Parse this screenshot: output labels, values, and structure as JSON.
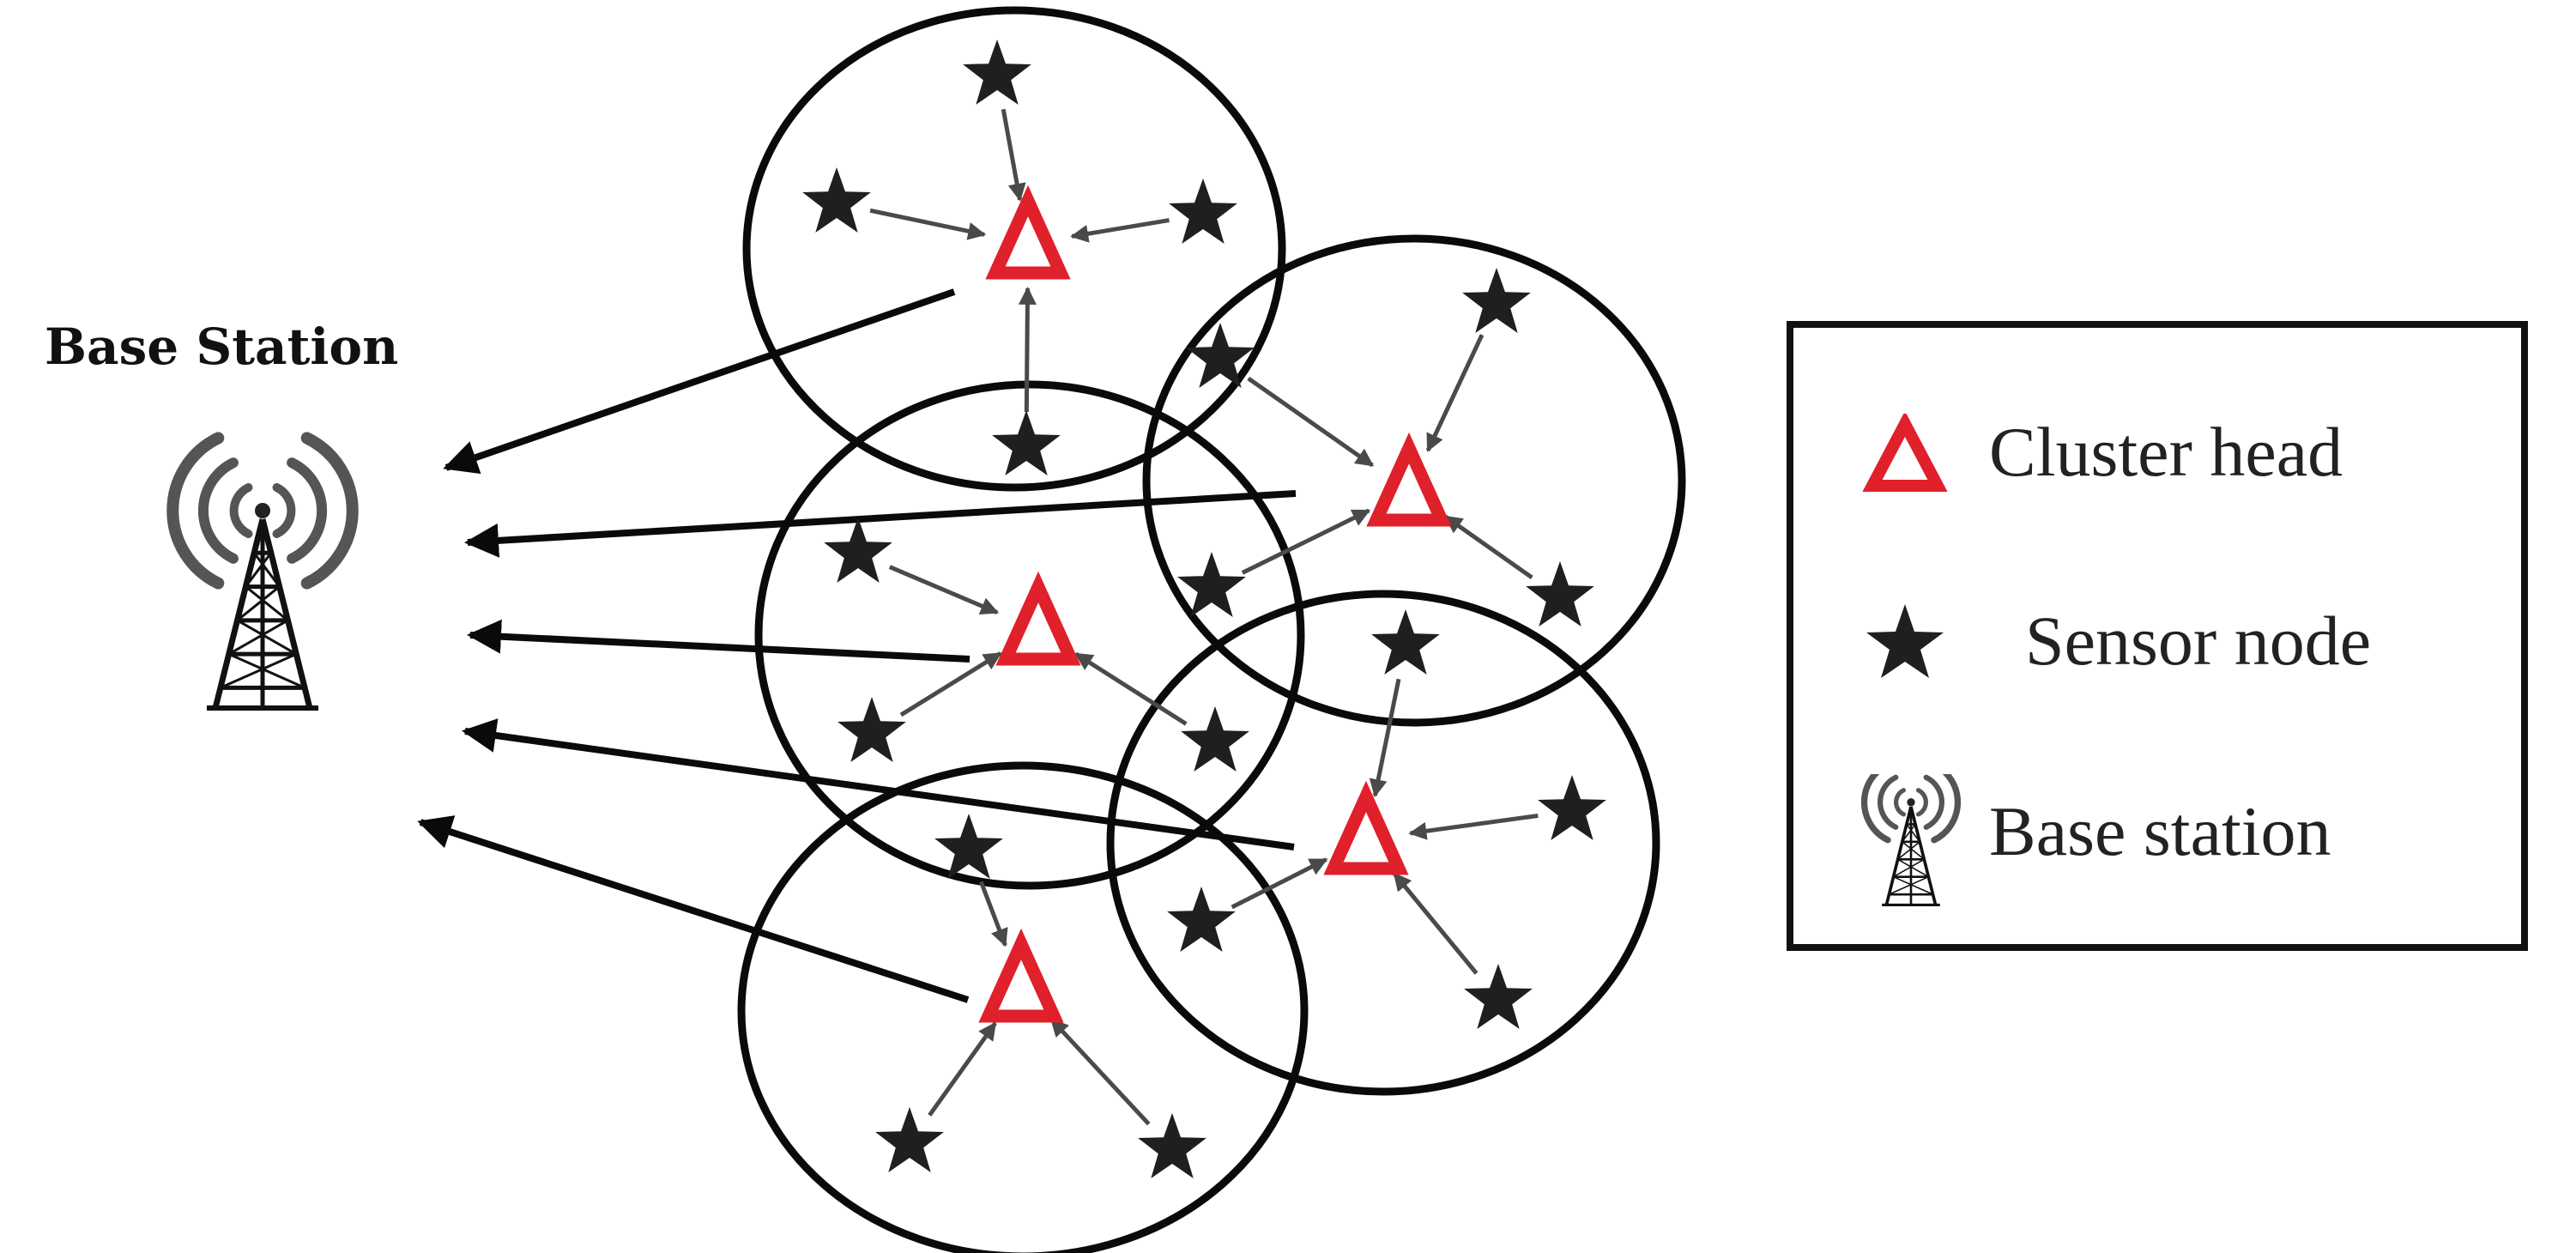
{
  "diagram": {
    "base_station_label": "Base Station",
    "legend": {
      "cluster_head_label": "Cluster head",
      "sensor_node_label": "Sensor node",
      "base_station_label": "Base station"
    },
    "colors": {
      "cluster_head": "#e0202a",
      "sensor_node": "#1f1f1f",
      "arrow_local": "#4a4a4a",
      "arrow_main": "#0a0a0a",
      "circle": "#0a0a0a",
      "tower": "#555555"
    },
    "node_types": [
      "cluster-head",
      "sensor-node",
      "base-station"
    ],
    "cluster_count": 5,
    "icons": [
      "cluster-head-triangle-icon",
      "sensor-node-star-icon",
      "base-station-tower-icon"
    ]
  }
}
